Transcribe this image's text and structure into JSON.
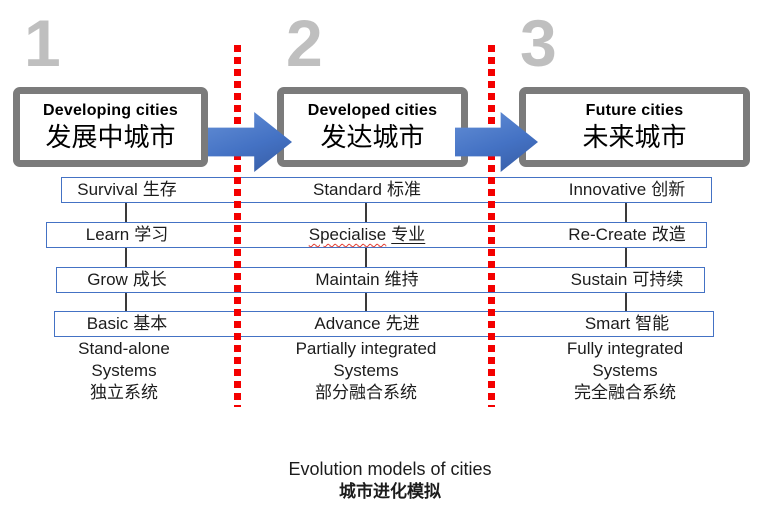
{
  "diagram": {
    "caption_en": "Evolution models of cities",
    "caption_zh": "城市进化模拟"
  },
  "stages": [
    {
      "number": "1",
      "header_en": "Developing cities",
      "header_zh": "发展中城市",
      "rows": [
        {
          "en": "Survival",
          "zh": "生存"
        },
        {
          "en": "Learn",
          "zh": "学习"
        },
        {
          "en": "Grow",
          "zh": "成长"
        },
        {
          "en": "Basic",
          "zh": "基本"
        }
      ],
      "footer": {
        "line1": "Stand-alone",
        "line2": "Systems",
        "line3": "独立系统"
      }
    },
    {
      "number": "2",
      "header_en": "Developed cities",
      "header_zh": "发达城市",
      "rows": [
        {
          "en": "Standard",
          "zh": "标准"
        },
        {
          "en": "Specialise",
          "zh": "专业",
          "spellcheck_underline": true
        },
        {
          "en": "Maintain",
          "zh": "维持"
        },
        {
          "en": "Advance",
          "zh": "先进"
        }
      ],
      "footer": {
        "line1": "Partially integrated",
        "line2": "Systems",
        "line3": "部分融合系统"
      }
    },
    {
      "number": "3",
      "header_en": "Future cities",
      "header_zh": "未来城市",
      "rows": [
        {
          "en": "Innovative",
          "zh": "创新"
        },
        {
          "en": "Re-Create",
          "zh": "改造"
        },
        {
          "en": "Sustain",
          "zh": "可持续"
        },
        {
          "en": "Smart",
          "zh": "智能"
        }
      ],
      "footer": {
        "line1": "Fully integrated",
        "line2": "Systems",
        "line3": "完全融合系统"
      }
    }
  ],
  "colors": {
    "accent_blue": "#4472C4",
    "divider_red": "#F40000",
    "frame_gray": "#7B7B7B",
    "number_gray": "#BFBFBF"
  }
}
